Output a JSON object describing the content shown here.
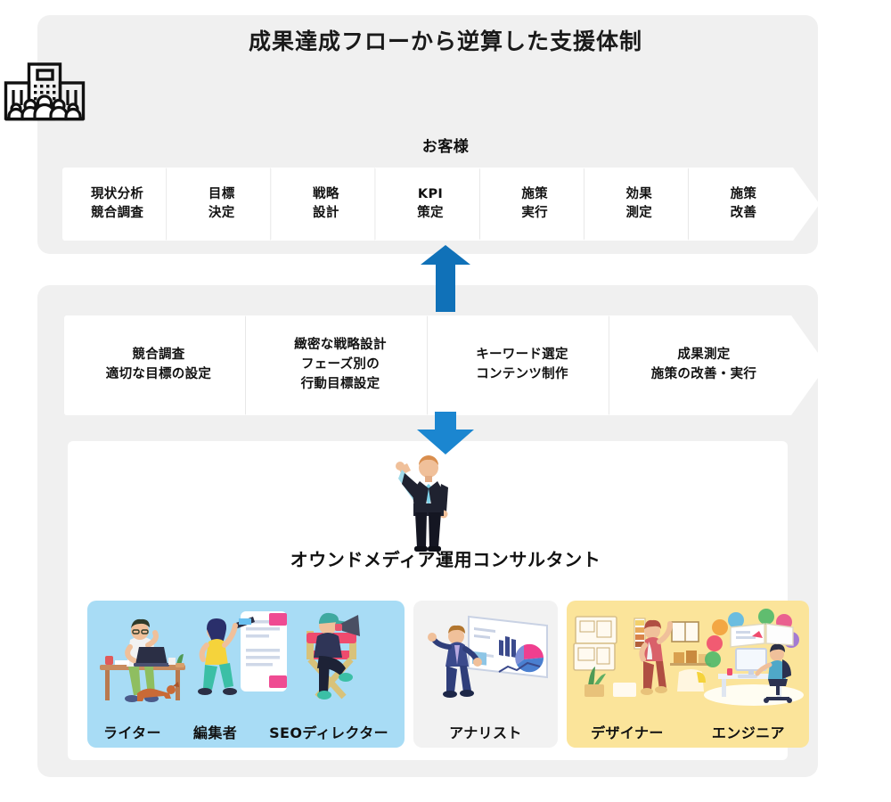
{
  "page": {
    "title": "成果達成フローから逆算した支援体制",
    "background_color": "#ffffff",
    "panel_color": "#f0f0f0"
  },
  "customer": {
    "icon": "office-building-with-people-icon",
    "label": "お客様"
  },
  "arrows": {
    "up": {
      "name": "blue-up-arrow-icon",
      "color": "#1071b8"
    },
    "down": {
      "name": "blue-down-arrow-icon",
      "color": "#1b86d0"
    }
  },
  "flow_top": {
    "steps": [
      {
        "line1": "現状分析",
        "line2": "競合調査"
      },
      {
        "line1": "目標",
        "line2": "決定"
      },
      {
        "line1": "戦略",
        "line2": "設計"
      },
      {
        "line1": "KPI",
        "line2": "策定"
      },
      {
        "line1": "施策",
        "line2": "実行"
      },
      {
        "line1": "効果",
        "line2": "測定"
      },
      {
        "line1": "施策",
        "line2": "改善"
      }
    ]
  },
  "flow_bottom": {
    "steps": [
      {
        "line1": "競合調査",
        "line2": "適切な目標の設定",
        "line3": ""
      },
      {
        "line1": "緻密な戦略設計",
        "line2": "フェーズ別の",
        "line3": "行動目標設定"
      },
      {
        "line1": "キーワード選定",
        "line2": "コンテンツ制作",
        "line3": ""
      },
      {
        "line1": "成果測定",
        "line2": "施策の改善・実行",
        "line3": ""
      }
    ]
  },
  "consultant": {
    "label": "オウンドメディア運用コンサルタント",
    "figure": "businessman-pointing-up-illustration"
  },
  "role_groups": [
    {
      "background": "#a8dcf5",
      "illustration": "writer-editor-seo-director-illustration",
      "roles": [
        "ライター",
        "編集者",
        "SEOディレクター"
      ]
    },
    {
      "background": "#f2f2f2",
      "illustration": "analyst-presenting-dashboard-illustration",
      "roles": [
        "アナリスト"
      ]
    },
    {
      "background": "#fbe49a",
      "illustration": "designer-engineer-illustration",
      "roles": [
        "デザイナー",
        "エンジニア"
      ]
    }
  ]
}
